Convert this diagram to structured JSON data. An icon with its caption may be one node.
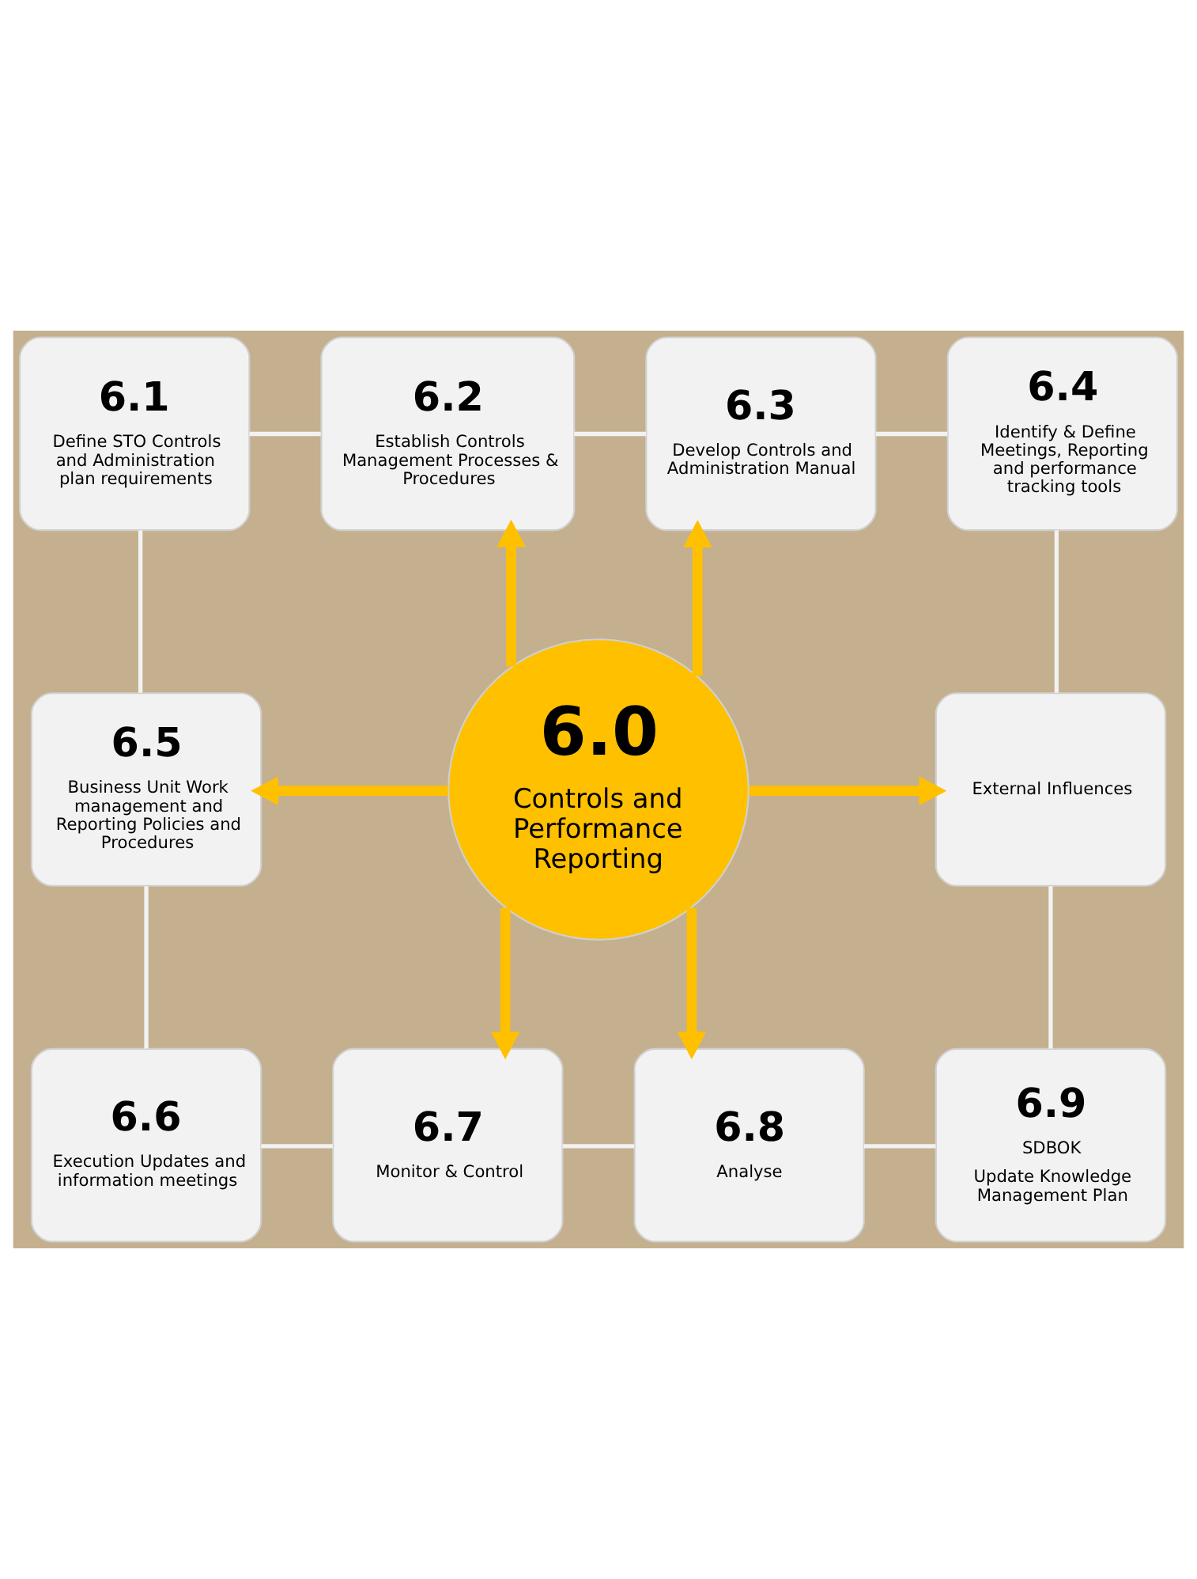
{
  "diagram": {
    "nodes": [
      {
        "text": [
          "6.1",
          "Define STO Controls and Administration plan requirements"
        ]
      },
      {
        "text": [
          "6.2",
          "Establish Controls Management Processes & Procedures"
        ]
      },
      {
        "text": [
          "6.3",
          "Develop Controls and Administration Manual"
        ]
      },
      {
        "text": [
          "6.4",
          "Identify & Define Meetings, Reporting and performance tracking tools"
        ]
      },
      {
        "text": [
          "6.5",
          "Business Unit Work management and Reporting Policies and Procedures"
        ]
      },
      {
        "text": [
          "6.0",
          "Controls and Performance Reporting"
        ]
      },
      {
        "text": [
          "External Influences"
        ]
      },
      {
        "text": [
          "6.6",
          "Execution Updates and information meetings"
        ]
      },
      {
        "text": [
          "6.7",
          "Monitor & Control"
        ]
      },
      {
        "text": [
          "6.8",
          "Analyse"
        ]
      },
      {
        "text": [
          "6.9",
          "SDBOK",
          "Update Knowledge Management Plan"
        ]
      }
    ],
    "edges": [
      {
        "from": 0,
        "to": 1,
        "arrow": "none"
      },
      {
        "from": 1,
        "to": 2,
        "arrow": "none"
      },
      {
        "from": 2,
        "to": 3,
        "arrow": "none"
      },
      {
        "from": 0,
        "to": 4,
        "arrow": "none"
      },
      {
        "from": 3,
        "to": 6,
        "arrow": "none"
      },
      {
        "from": 4,
        "to": 7,
        "arrow": "none"
      },
      {
        "from": 6,
        "to": 10,
        "arrow": "none"
      },
      {
        "from": 7,
        "to": 8,
        "arrow": "none"
      },
      {
        "from": 8,
        "to": 9,
        "arrow": "none"
      },
      {
        "from": 9,
        "to": 10,
        "arrow": "none"
      },
      {
        "from": 5,
        "to": 1,
        "arrow": "to",
        "style": "thick",
        "color": "#ffc000"
      },
      {
        "from": 5,
        "to": 2,
        "arrow": "to",
        "style": "thick",
        "color": "#ffc000"
      },
      {
        "from": 5,
        "to": 4,
        "arrow": "to",
        "style": "thick",
        "color": "#ffc000"
      },
      {
        "from": 5,
        "to": 6,
        "arrow": "to",
        "style": "thick",
        "color": "#ffc000"
      },
      {
        "from": 5,
        "to": 8,
        "arrow": "to",
        "style": "thick",
        "color": "#ffc000"
      },
      {
        "from": 5,
        "to": 9,
        "arrow": "to",
        "style": "thick",
        "color": "#ffc000"
      }
    ]
  }
}
